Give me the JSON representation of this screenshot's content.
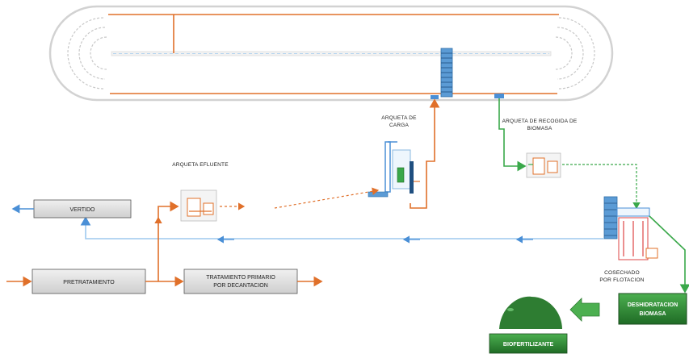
{
  "labels": {
    "arqueta_carga": [
      "ARQUETA DE",
      "CARGA"
    ],
    "arqueta_efluente": "ARQUETA EFLUENTE",
    "arqueta_recogida": [
      "ARQUETA DE RECOGIDA DE",
      "BIOMASA"
    ],
    "cosechado": [
      "COSECHADO",
      "POR FLOTACION"
    ]
  },
  "boxes": {
    "vertido": "VERTIDO",
    "pretratamiento": "PRETRATAMIENTO",
    "tratamiento_primario": [
      "TRATAMIENTO PRIMARIO",
      "POR DECANTACION"
    ],
    "deshidratacion": [
      "DESHIDRATACION",
      "BIOMASA"
    ],
    "biofertilizante": "BIOFERTILIZANTE"
  },
  "colors": {
    "orange": "#e0702a",
    "blue": "#4a8fd6",
    "light_blue": "#9ec9ee",
    "green": "#3aa84a",
    "dark_green": "#2e7d32",
    "box_fill": "#e4e4e4",
    "pond_border": "#d5d5d5"
  }
}
